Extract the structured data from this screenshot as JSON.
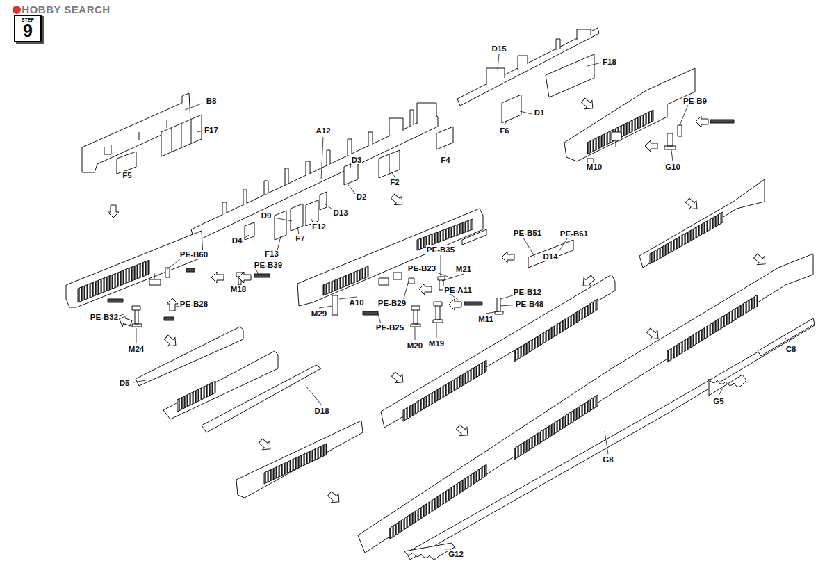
{
  "diagram": {
    "nodes": [
      {
        "text": [
          "STEP",
          "9"
        ]
      }
    ],
    "labels": [
      "HOBBY SEARCH",
      "B8",
      "F17",
      "F5",
      "A12",
      "D3",
      "D2",
      "F2",
      "F4",
      "D13",
      "D9",
      "F12",
      "D4",
      "F13",
      "F7",
      "D15",
      "F18",
      "D1",
      "F6",
      "PE-B9",
      "M10",
      "G10",
      "PE-B60",
      "PE-B39",
      "PE-B28",
      "PE-B32",
      "M24",
      "M18",
      "PE-B35",
      "PE-B51",
      "PE-B61",
      "D14",
      "PE-B23",
      "M21",
      "PE-B29",
      "PE-B25",
      "PE-A11",
      "A10",
      "PE-B12",
      "PE-B48",
      "M11",
      "M20",
      "M19",
      "M29",
      "D5",
      "D18",
      "C8",
      "G5",
      "G8",
      "G12"
    ]
  }
}
